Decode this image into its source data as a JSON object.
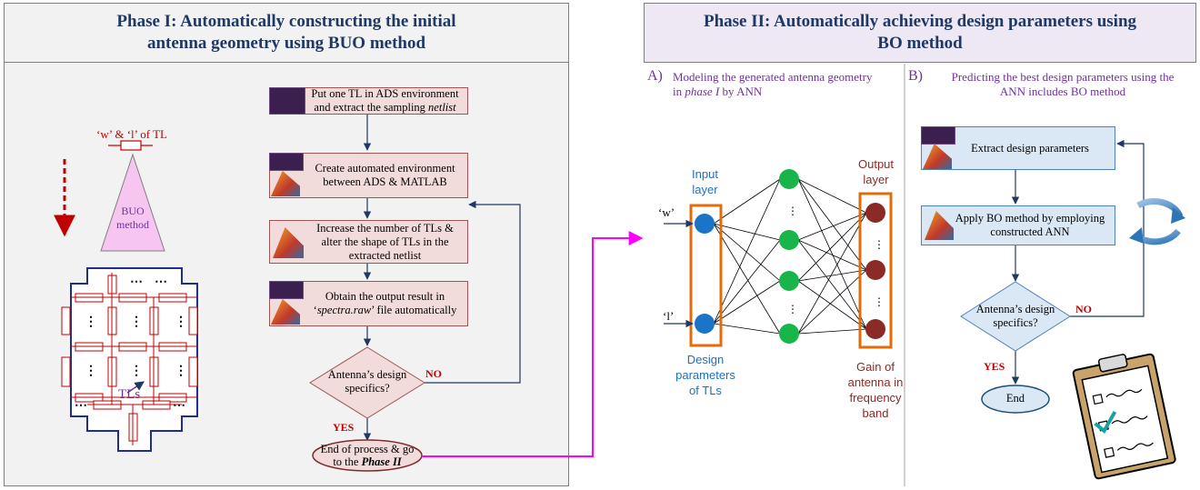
{
  "phase1": {
    "title": "Phase I: Automatically constructing the initial antenna geometry using BUO method",
    "tl_label": "‘w’ & ‘l’ of TL",
    "buo_label": "BUO method",
    "tls_label": "TLs",
    "steps": [
      {
        "line1": "Put one TL in ADS environment",
        "line2": "and extract the sampling ",
        "line2_em": "netlist"
      },
      {
        "text": "Create automated environment between ADS & MATLAB"
      },
      {
        "text": "Increase the number of TLs & alter the shape of TLs in the extracted netlist"
      },
      {
        "line1": "Obtain the output result in",
        "line2_pre": "‘",
        "line2_em": "spectra.raw",
        "line2_post": "’ file automatically"
      }
    ],
    "decision": "Antenna’s design specifics?",
    "yes": "YES",
    "no": "NO",
    "end_line1": "End of process & go",
    "end_line2_pre": "to the ",
    "end_line2_em": "Phase II"
  },
  "phase2": {
    "title": "Phase II: Automatically achieving design parameters using BO method",
    "sectionA": {
      "marker": "A)",
      "line1": "Modeling the generated  antenna geometry",
      "line2_pre": "in ",
      "line2_em": "phase I",
      "line2_post": " by ANN"
    },
    "sectionB": {
      "marker": "B)",
      "line1": "Predicting the best design parameters using the",
      "line2": "ANN includes BO method"
    },
    "nn": {
      "input_layer": "Input layer",
      "output_layer": "Output layer",
      "input_w": "‘w’",
      "input_l": "‘l’",
      "design_params": "Design parameters of TLs",
      "gain": "Gain of antenna in frequency band",
      "dots": "⋮"
    },
    "stepsB": [
      {
        "text": "Extract design parameters"
      },
      {
        "text": "Apply BO method by employing constructed ANN"
      }
    ],
    "decision": "Antenna’s design specifics?",
    "yes": "YES",
    "no": "NO",
    "end": "End"
  },
  "colors": {
    "phase_title": "#1f3864",
    "flow_box": "#f2dcdb",
    "flow_box_b": "#dae8f5",
    "link_arrow": "#ff00ff",
    "input_neuron": "#1a75c9",
    "hidden_neuron": "#17b54a",
    "output_neuron": "#8b2a26",
    "layer_frame": "#e36c09"
  }
}
